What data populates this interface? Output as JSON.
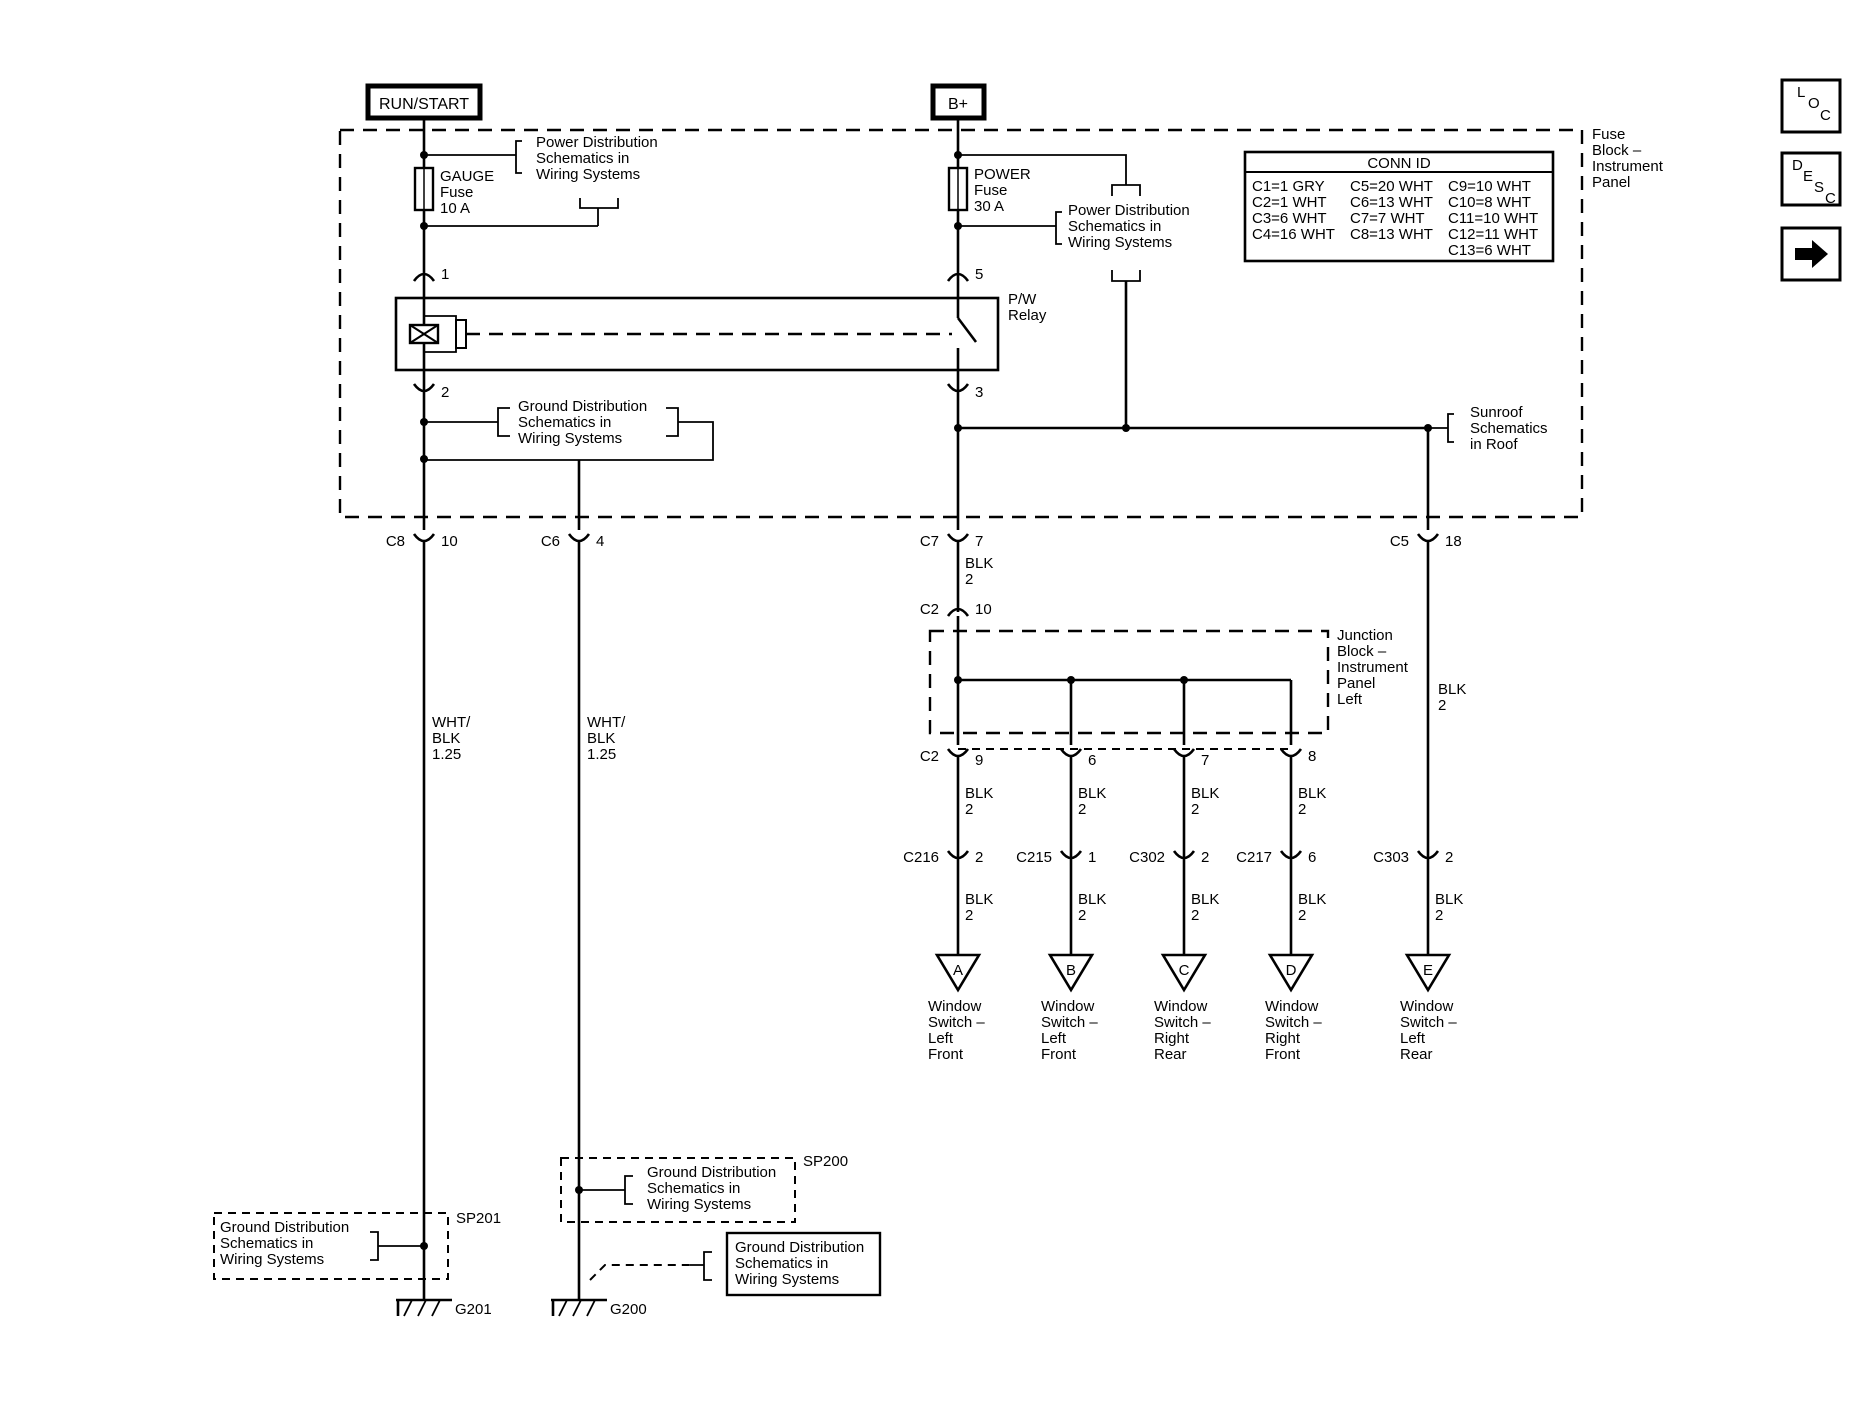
{
  "labels": {
    "run_start": "RUN/START",
    "bplus": "B+",
    "fuse_block": [
      "Fuse",
      "Block –",
      "Instrument",
      "Panel"
    ],
    "gauge_fuse": [
      "GAUGE",
      "Fuse",
      "10 A"
    ],
    "power_fuse": [
      "POWER",
      "Fuse",
      "30 A"
    ],
    "pd_ref": [
      "Power Distribution",
      "Schematics in",
      "Wiring Systems"
    ],
    "gd_ref": [
      "Ground Distribution",
      "Schematics in",
      "Wiring Systems"
    ],
    "relay": [
      "P/W",
      "Relay"
    ],
    "sunroof": [
      "Sunroof",
      "Schematics",
      "in Roof"
    ],
    "junction_block": [
      "Junction",
      "Block –",
      "Instrument",
      "Panel",
      "Left"
    ],
    "wht_blk": [
      "WHT/",
      "BLK",
      "1.25"
    ],
    "blk2": [
      "BLK",
      "2"
    ],
    "sp201": "SP201",
    "sp200": "SP200",
    "g201": "G201",
    "g200": "G200",
    "pin_1": "1",
    "pin_2": "2",
    "pin_3": "3",
    "pin_5": "5"
  },
  "conn_table": {
    "title": "CONN ID",
    "rows": [
      [
        "C1=1 GRY",
        "C5=20 WHT",
        "C9=10 WHT"
      ],
      [
        "C2=1 WHT",
        "C6=13 WHT",
        "C10=8 WHT"
      ],
      [
        "C3=6 WHT",
        "C7=7 WHT",
        "C11=10 WHT"
      ],
      [
        "C4=16 WHT",
        "C8=13 WHT",
        "C12=11 WHT"
      ],
      [
        "",
        "",
        "C13=6 WHT"
      ]
    ]
  },
  "connectors": {
    "c8_10": [
      "C8",
      "10"
    ],
    "c6_4": [
      "C6",
      "4"
    ],
    "c7_7": [
      "C7",
      "7"
    ],
    "c5_18": [
      "C5",
      "18"
    ],
    "c2_10": [
      "C2",
      "10"
    ],
    "c2_9": [
      "C2",
      "9"
    ],
    "p6": "6",
    "p7": "7",
    "p8": "8",
    "c216": [
      "C216",
      "2"
    ],
    "c215": [
      "C215",
      "1"
    ],
    "c302": [
      "C302",
      "2"
    ],
    "c217": [
      "C217",
      "6"
    ],
    "c303": [
      "C303",
      "2"
    ]
  },
  "switches": [
    {
      "letter": "A",
      "lines": [
        "Window",
        "Switch –",
        "Left",
        "Front"
      ]
    },
    {
      "letter": "B",
      "lines": [
        "Window",
        "Switch –",
        "Left",
        "Front"
      ]
    },
    {
      "letter": "C",
      "lines": [
        "Window",
        "Switch –",
        "Right",
        "Rear"
      ]
    },
    {
      "letter": "D",
      "lines": [
        "Window",
        "Switch –",
        "Right",
        "Front"
      ]
    },
    {
      "letter": "E",
      "lines": [
        "Window",
        "Switch –",
        "Left",
        "Rear"
      ]
    }
  ],
  "nav": {
    "loc": [
      "L",
      "O",
      "C"
    ],
    "desc": [
      "D",
      "E",
      "S",
      "C"
    ],
    "next_icon": "arrow-right-icon"
  }
}
